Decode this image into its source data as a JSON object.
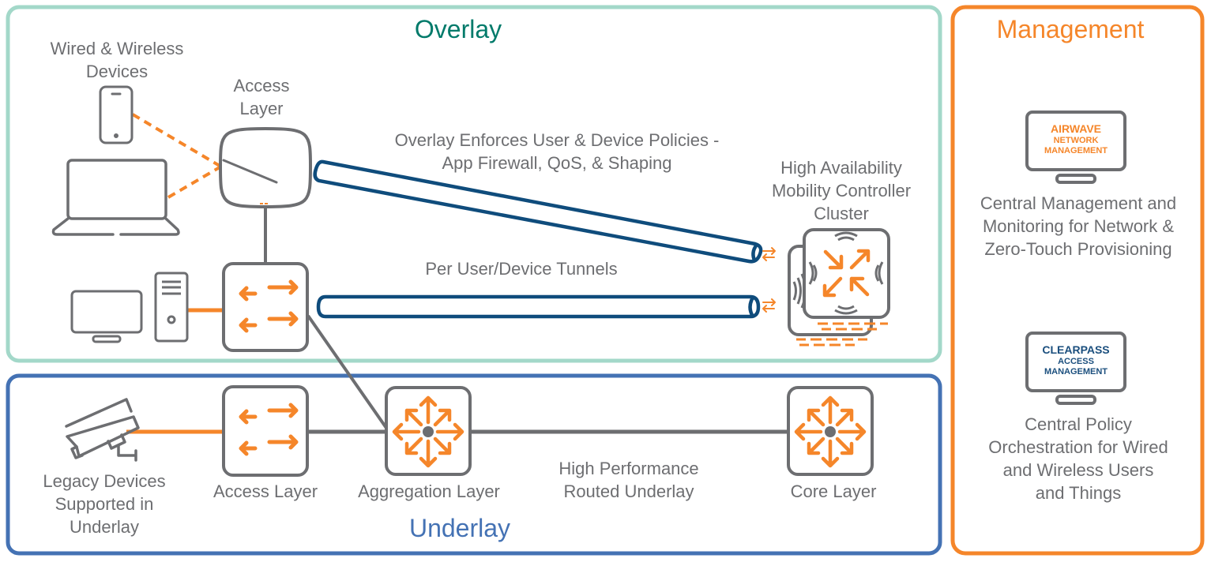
{
  "colors": {
    "overlay_border": "#a3d8c9",
    "overlay_title": "#007a6a",
    "underlay_border": "#4472b4",
    "underlay_title": "#4472b4",
    "management_border": "#f5862a",
    "management_title": "#f5862a",
    "device_stroke": "#6d6e71",
    "accent_orange": "#f5862a",
    "tunnel_blue": "#0f4c7c",
    "label_gray": "#6d6e71",
    "clearpass_blue": "#1b4f7e"
  },
  "overlay": {
    "title": "Overlay",
    "devices_label": "Wired & Wireless\nDevices",
    "access_label": "Access\nLayer",
    "tunnel_policy_label": "Overlay Enforces User & Device Policies -\nApp Firewall, QoS, & Shaping",
    "tunnel_per_user_label": "Per User/Device Tunnels",
    "controller_label": "High Availability\nMobility Controller\nCluster"
  },
  "underlay": {
    "title": "Underlay",
    "legacy_label": "Legacy Devices\nSupported in\nUnderlay",
    "access_label": "Access Layer",
    "aggregation_label": "Aggregation Layer",
    "routed_label": "High Performance\nRouted Underlay",
    "core_label": "Core Layer"
  },
  "management": {
    "title": "Management",
    "airwave": {
      "line1": "AIRWAVE",
      "line2": "NETWORK",
      "line3": "MANAGEMENT",
      "description": "Central Management and\nMonitoring for Network &\nZero-Touch Provisioning"
    },
    "clearpass": {
      "line1": "CLEARPASS",
      "line2": "ACCESS",
      "line3": "MANAGEMENT",
      "description": "Central Policy\nOrchestration for Wired\nand Wireless Users\nand Things"
    }
  }
}
